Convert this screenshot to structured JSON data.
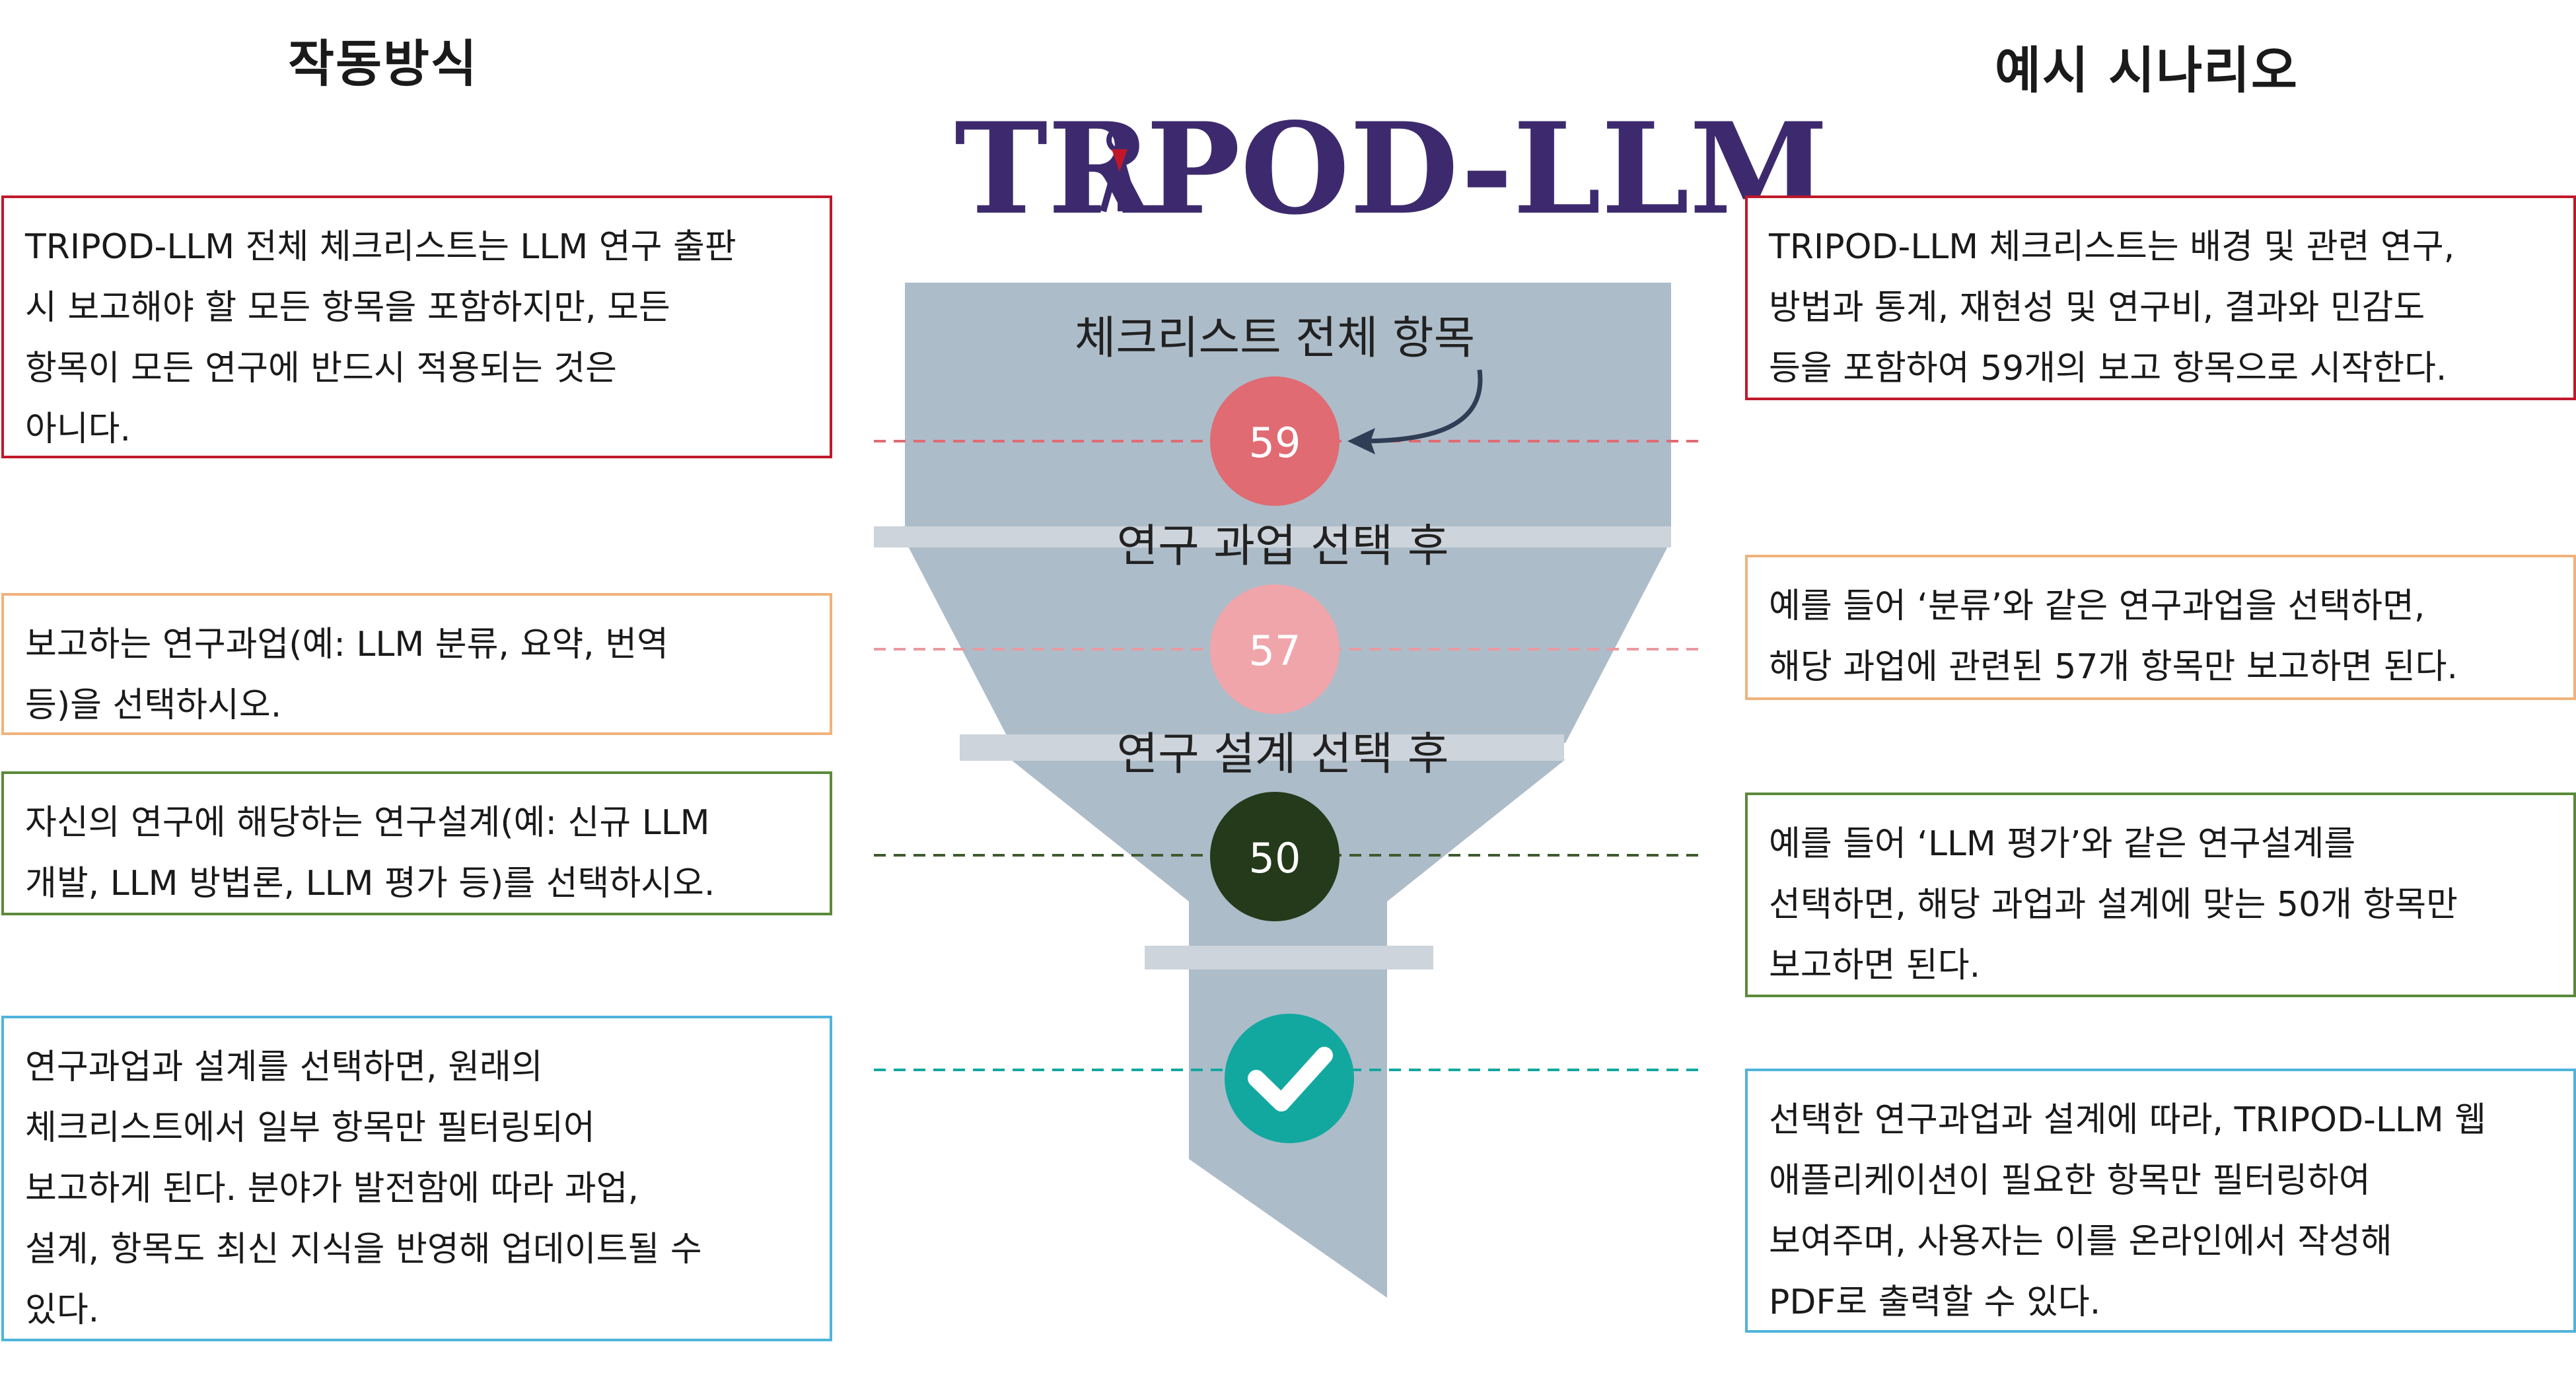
{
  "left_title": "작동방식",
  "right_title": "예시 시나리오",
  "logo": {
    "part1": "TR",
    "part2": "POD-LLM"
  },
  "funnel": {
    "label_total": "체크리스트 전체 항목",
    "label_task": "연구 과업 선택 후",
    "label_design": "연구 설계 선택 후",
    "count_total": "59",
    "count_task": "57",
    "count_design": "50"
  },
  "colors": {
    "funnel": "#adbcc9",
    "band": "#cdd4dc",
    "red": "#c0182a",
    "circle_59": "#e06b73",
    "circle_57": "#f0a5aa",
    "circle_50": "#243a1a",
    "circle_check": "#12a8a0",
    "green": "#5b8a3a",
    "orange": "#f0b27a",
    "blue": "#4fb4dc",
    "logo": "#3d2a6e"
  },
  "icons": {
    "check": "check-icon",
    "arrow": "curved-arrow-icon"
  },
  "left_boxes": [
    "TRIPOD-LLM 전체 체크리스트는 LLM 연구 출판\n시 보고해야 할 모든 항목을 포함하지만, 모든\n항목이 모든 연구에 반드시 적용되는 것은\n아니다.",
    "보고하는 연구과업(예: LLM 분류, 요약, 번역\n등)을 선택하시오.",
    "자신의 연구에 해당하는 연구설계(예: 신규 LLM\n개발, LLM 방법론, LLM 평가 등)를 선택하시오.",
    "연구과업과 설계를 선택하면, 원래의\n체크리스트에서 일부 항목만 필터링되어\n보고하게 된다. 분야가 발전함에 따라 과업,\n설계, 항목도 최신 지식을 반영해 업데이트될 수\n있다."
  ],
  "right_boxes": [
    "TRIPOD-LLM 체크리스트는 배경 및 관련 연구,\n방법과 통계, 재현성 및 연구비, 결과와 민감도\n등을 포함하여 59개의 보고 항목으로 시작한다.",
    "예를 들어 ‘분류’와 같은 연구과업을 선택하면,\n해당 과업에 관련된 57개 항목만 보고하면 된다.",
    "예를 들어 ‘LLM 평가’와 같은 연구설계를\n선택하면, 해당 과업과 설계에 맞는 50개 항목만\n보고하면 된다.",
    "선택한 연구과업과 설계에 따라, TRIPOD-LLM 웹\n애플리케이션이 필요한 항목만 필터링하여\n보여주며, 사용자는 이를 온라인에서 작성해\nPDF로 출력할 수 있다."
  ]
}
